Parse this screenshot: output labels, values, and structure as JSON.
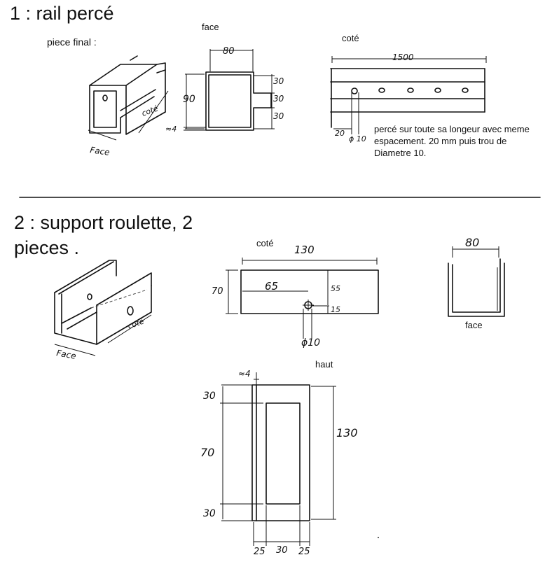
{
  "section1": {
    "title": "1 : rail percé",
    "piece_final": "piece final :",
    "face_label": "face",
    "cote_label": "coté",
    "iso_face": "Face",
    "iso_cote": "coté",
    "dims_face": {
      "width": "80",
      "height": "90",
      "slot1": "30",
      "slot2": "30",
      "slot3": "30",
      "thickness": "≈4"
    },
    "dims_cote": {
      "length": "1500",
      "offset": "20",
      "hole": "ϕ 10"
    },
    "note": "percé sur toute sa longeur avec meme espacement. 20 mm puis trou de Diametre 10."
  },
  "section2": {
    "title_line1": "2 : support roulette, 2",
    "title_line2": "pieces .",
    "cote_label": "coté",
    "face_label": "face",
    "haut_label": "haut",
    "iso_face": "Face",
    "iso_cote": "coté",
    "dims_cote": {
      "length": "130",
      "height": "70",
      "hole_x": "65",
      "d55": "55",
      "d15": "15",
      "hole": "ϕ10"
    },
    "dims_face": {
      "width": "80"
    },
    "dims_haut": {
      "thickness": "≈4",
      "top": "30",
      "middle": "70",
      "bottom": "30",
      "length": "130",
      "w1": "25",
      "w2": "30",
      "w3": "25"
    }
  }
}
